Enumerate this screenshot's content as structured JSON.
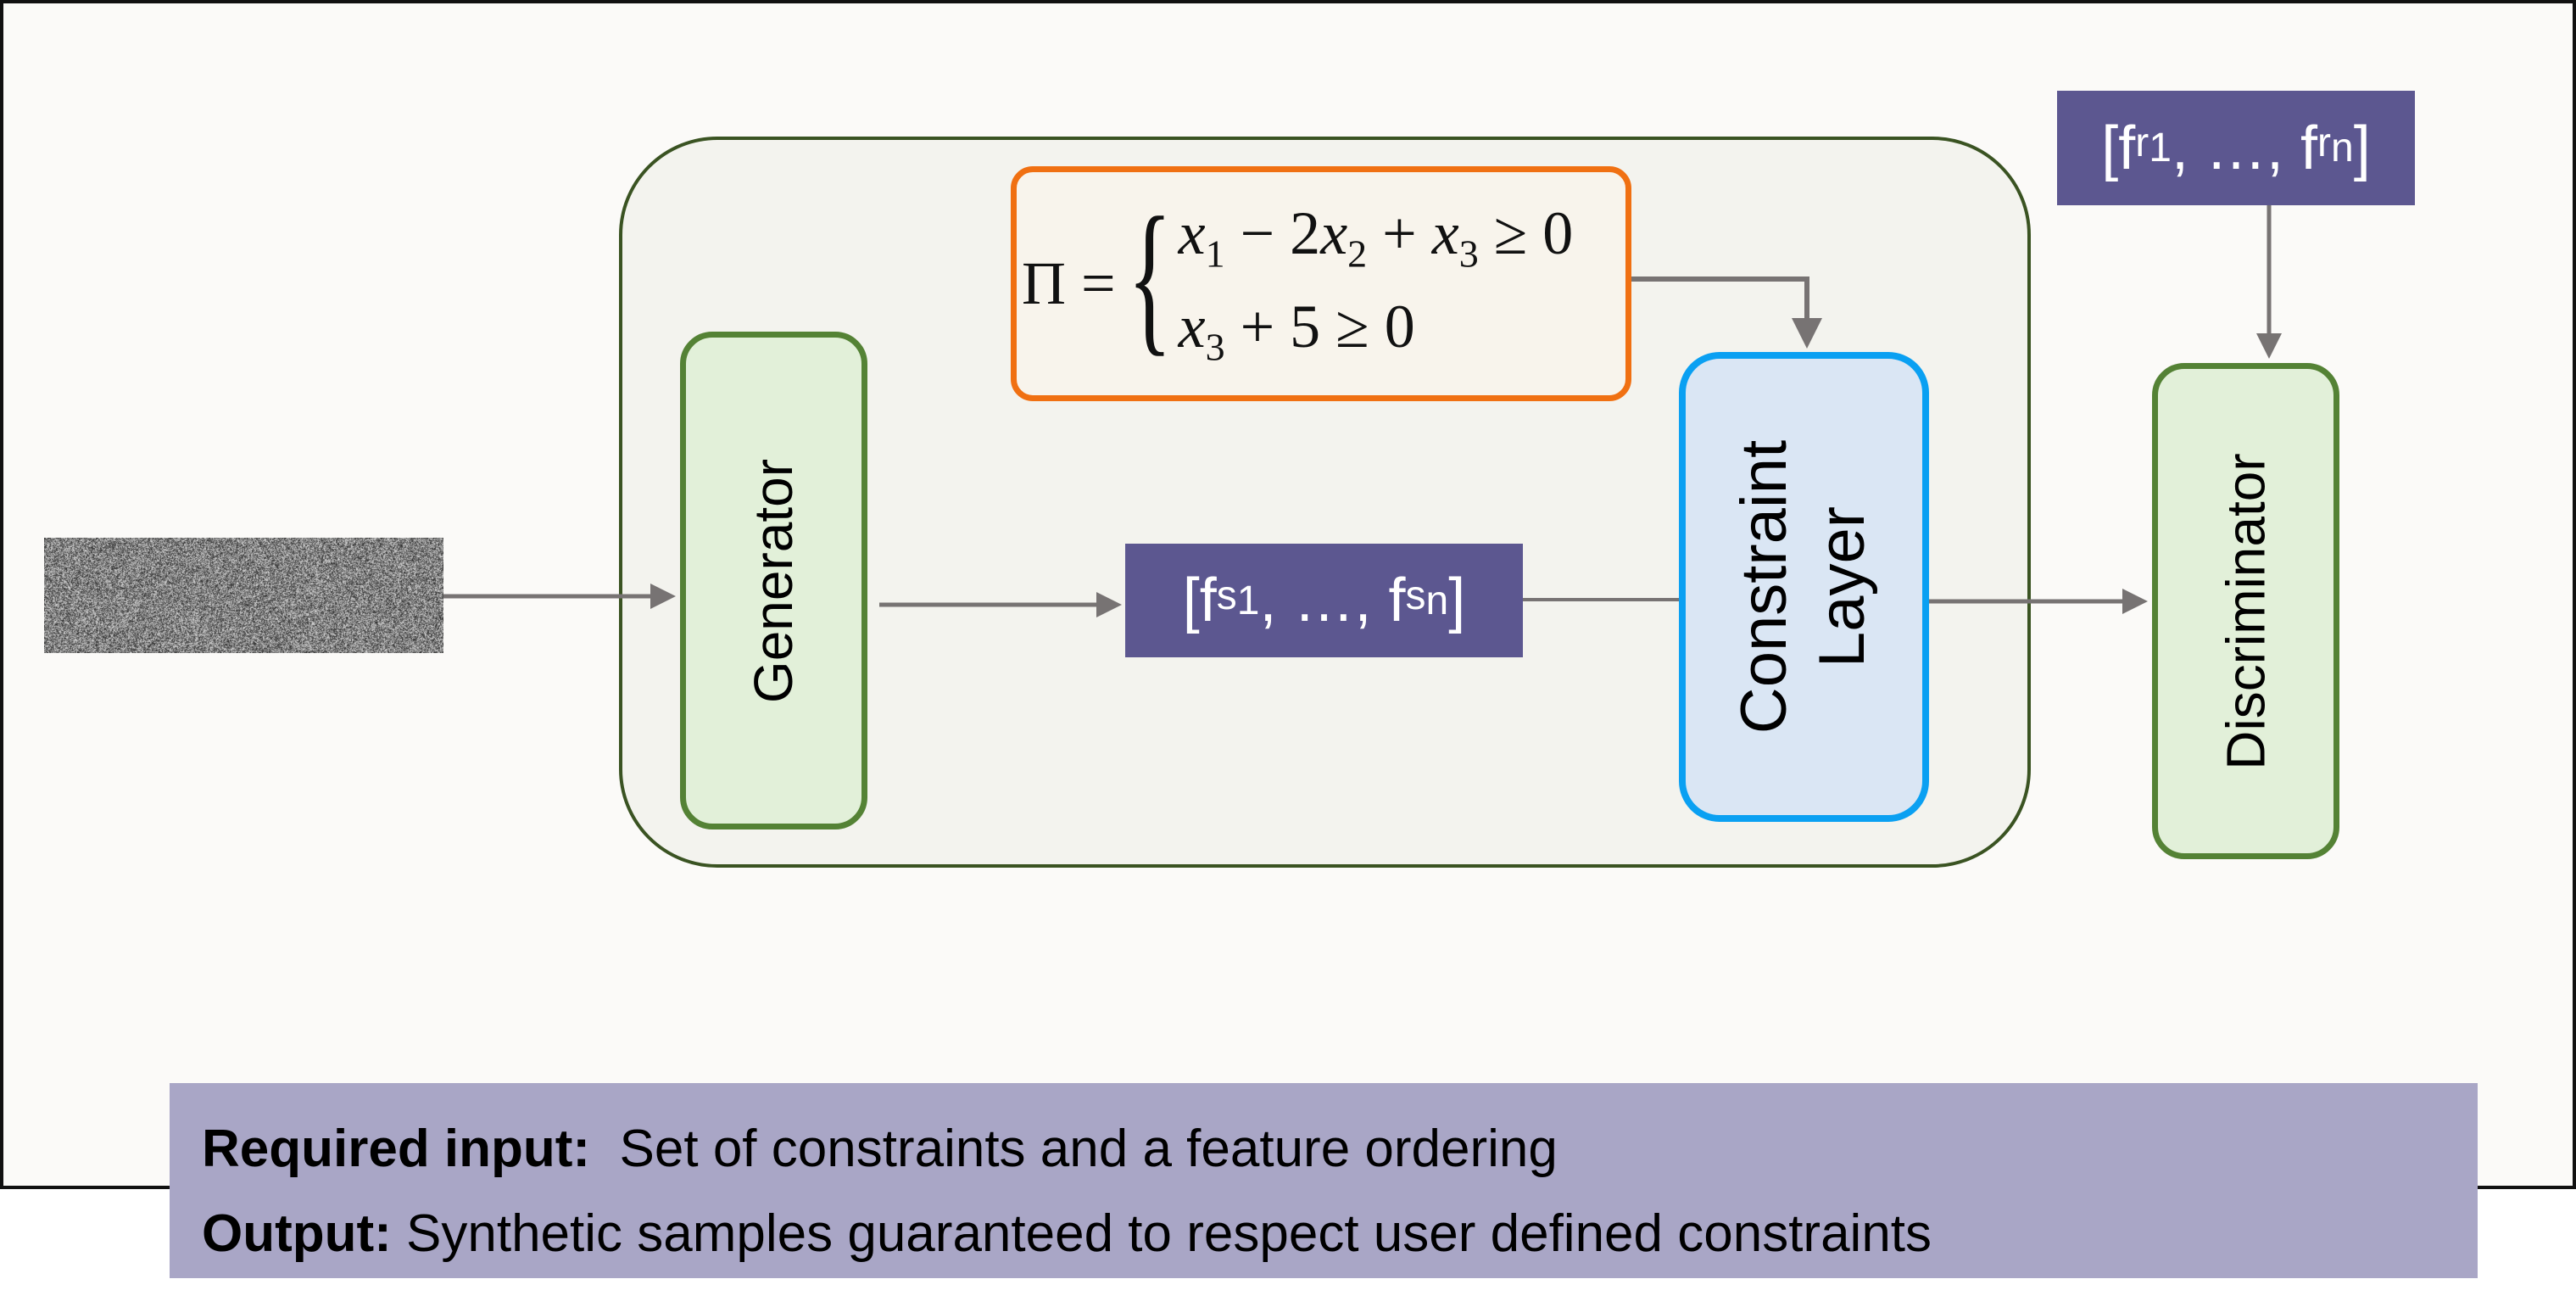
{
  "colors": {
    "container_border": "#3a5322",
    "green_border": "#548235",
    "green_fill": "#e2f0d9",
    "constraint_border": "#0aa0f2",
    "constraint_fill": "#dae6f4",
    "vector_fill": "#5c5790",
    "formula_border": "#f07012",
    "label_fill": "#a9a6c6",
    "arrow": "#777373"
  },
  "noise": {
    "icon": "random-noise-image"
  },
  "generator": {
    "label": "Generator"
  },
  "discriminator": {
    "label": "Discriminator"
  },
  "constraint_layer": {
    "line1": "Constraint",
    "line2": "Layer"
  },
  "synthetic_vector": {
    "open": "[f",
    "sup1": "s",
    "sub1": "1",
    "middle": ", …, f",
    "sup2": "s",
    "sub2": "n",
    "close": "]"
  },
  "real_vector": {
    "open": "[f ",
    "sup1": "r",
    "sub1": "1",
    "middle": ", …, f ",
    "sup2": "r",
    "sub2": "n",
    "close": "]"
  },
  "formula": {
    "lhs": "Π =",
    "line1": {
      "a": "x",
      "a_sub": "1",
      "b": " − 2",
      "c": "x",
      "c_sub": "2",
      "d": " + ",
      "e": "x",
      "e_sub": "3",
      "f": " ≥ 0"
    },
    "line2": {
      "a": "x",
      "a_sub": "3",
      "b": " + 5 ≥ 0"
    }
  },
  "summary": {
    "line1_bold": "Required input:",
    "line1_text": "  Set of constraints and a feature ordering",
    "line2_bold": "Output:",
    "line2_text": " Synthetic samples guaranteed to respect user defined constraints"
  }
}
